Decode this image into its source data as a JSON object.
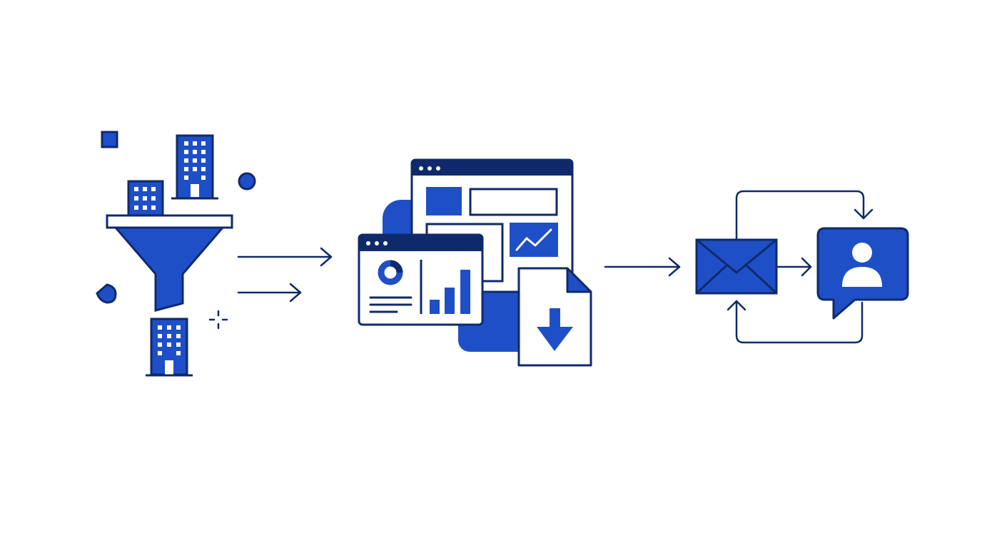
{
  "colors": {
    "primary": "#1f4fc7",
    "dark": "#0f2a6b",
    "white": "#ffffff",
    "background": "#ffffff"
  },
  "diagram": {
    "stages": [
      {
        "id": "filter",
        "icons": [
          "buildings-icon",
          "funnel-icon",
          "building-icon",
          "sparkle-icon"
        ]
      },
      {
        "id": "analyze",
        "icons": [
          "dashboard-window-icon",
          "report-window-icon",
          "donut-chart-icon",
          "bar-chart-icon",
          "line-chart-icon",
          "download-document-icon"
        ]
      },
      {
        "id": "engage",
        "icons": [
          "envelope-icon",
          "contact-chat-icon",
          "cycle-arrows-icon"
        ]
      }
    ],
    "connectors": [
      {
        "from": "filter",
        "to": "analyze",
        "count": 2
      },
      {
        "from": "analyze",
        "to": "engage",
        "count": 1
      }
    ]
  }
}
